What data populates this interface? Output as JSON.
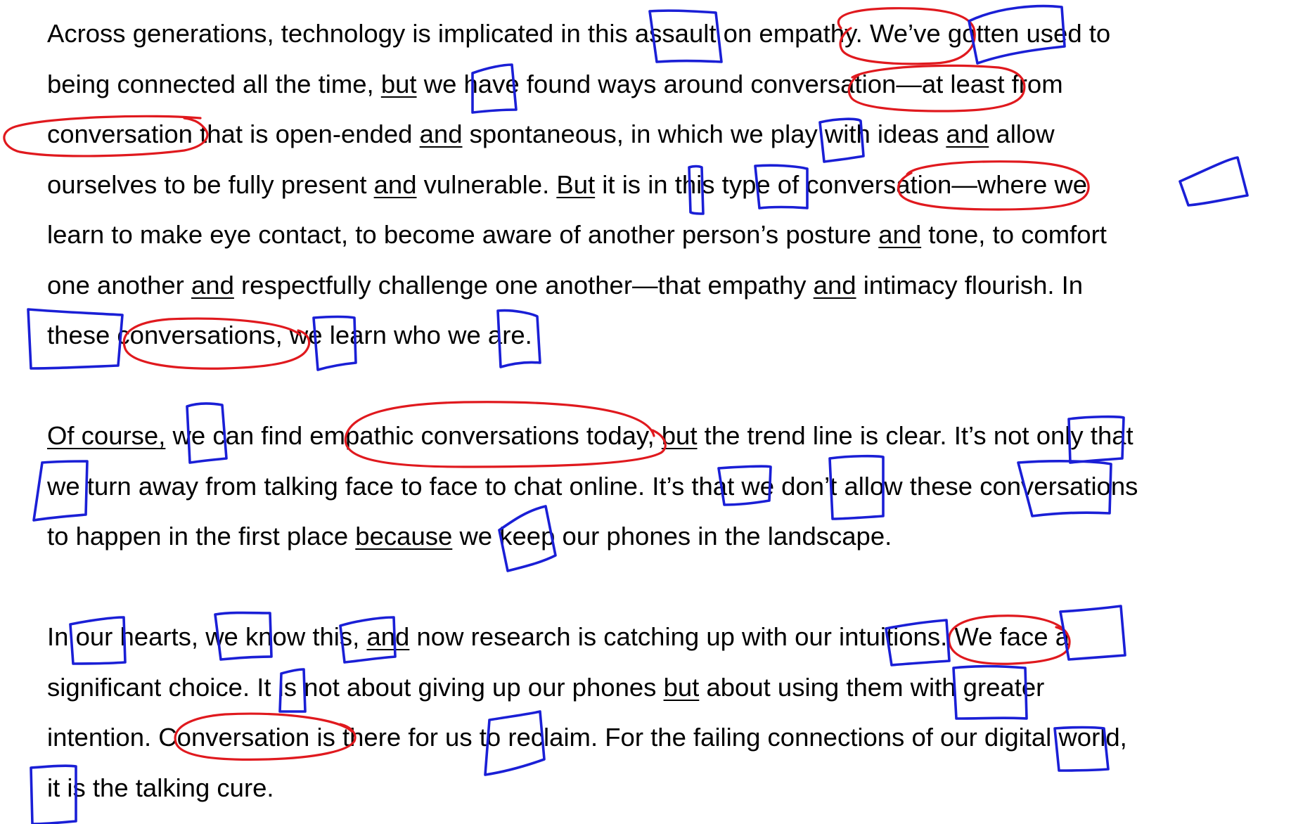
{
  "paragraphs": [
    {
      "lines": [
        [
          {
            "t": "Across generations, technology is implicated in this assault on empathy. We’ve gotten used to"
          }
        ],
        [
          {
            "t": "being connected all the time, "
          },
          {
            "t": "but",
            "u": true
          },
          {
            "t": " we have found ways around conversation—at least from"
          }
        ],
        [
          {
            "t": "conversation that is open-ended "
          },
          {
            "t": "and",
            "u": true
          },
          {
            "t": " spontaneous, in which we play with ideas "
          },
          {
            "t": "and",
            "u": true
          },
          {
            "t": " allow"
          }
        ],
        [
          {
            "t": "ourselves to be fully present "
          },
          {
            "t": "and",
            "u": true
          },
          {
            "t": " vulnerable. "
          },
          {
            "t": "But",
            "u": true
          },
          {
            "t": " it is in this type of conversation—where we"
          }
        ],
        [
          {
            "t": "learn to make eye contact, to become aware of another person’s posture "
          },
          {
            "t": "and",
            "u": true
          },
          {
            "t": " tone, to comfort"
          }
        ],
        [
          {
            "t": "one another "
          },
          {
            "t": "and",
            "u": true
          },
          {
            "t": " respectfully challenge one another—that empathy "
          },
          {
            "t": "and",
            "u": true
          },
          {
            "t": " intimacy flourish. In"
          }
        ],
        [
          {
            "t": "these conversations, we learn who we are."
          }
        ]
      ]
    },
    {
      "lines": [
        [
          {
            "t": "Of course,",
            "u": true
          },
          {
            "t": " we can find empathic conversations today, "
          },
          {
            "t": "but",
            "u": true
          },
          {
            "t": " the trend line is clear. It’s not only that"
          }
        ],
        [
          {
            "t": "we turn away from talking face to face to chat online. It’s that we don’t allow these conversations"
          }
        ],
        [
          {
            "t": "to happen in the first place "
          },
          {
            "t": "because",
            "u": true
          },
          {
            "t": " we keep our phones in the landscape."
          }
        ]
      ]
    },
    {
      "lines": [
        [
          {
            "t": "In our hearts, we know this, "
          },
          {
            "t": "and",
            "u": true
          },
          {
            "t": " now research is catching up with our intuitions. We face a"
          }
        ],
        [
          {
            "t": "significant choice. It is not about giving up our phones "
          },
          {
            "t": "but",
            "u": true
          },
          {
            "t": " about using them with greater"
          }
        ],
        [
          {
            "t": "intention. Conversation is there for us to reclaim. For the failing connections of our digital world,"
          }
        ],
        [
          {
            "t": "it is the talking cure."
          }
        ]
      ]
    }
  ],
  "annotations": {
    "red_color": "#e0191e",
    "blue_color": "#1a1fd6",
    "circled_red": [
      "empathy",
      "conversation",
      "conversation",
      "conversation",
      "conversations",
      "empathic conversations",
      "intuitions",
      "Conversation"
    ],
    "boxed_blue": [
      "this",
      "We’ve",
      "we",
      "we",
      "it",
      "this",
      "we",
      "these",
      "we",
      "we",
      "we",
      "It’s",
      "we",
      "It’s",
      "we",
      "these",
      "we",
      "our",
      "we",
      "this",
      "our",
      "We",
      "It",
      "them",
      "us",
      "our",
      "it"
    ]
  }
}
